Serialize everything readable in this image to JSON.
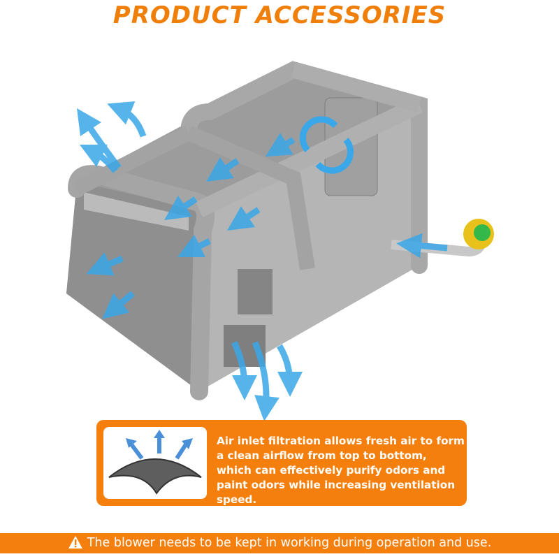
{
  "title": "PRODUCT ACCESSORIES",
  "info": {
    "text": "Air inlet filtration allows fresh air to form a clean airflow from top to bottom, which can effectively purify odors and paint odors while increasing ventilation speed."
  },
  "warning": {
    "icon": "warning-icon",
    "text": "The blower needs to be kept in working during operation and use."
  },
  "colors": {
    "accent": "#f57f0d",
    "tent": "#a9a9a9",
    "airflow": "#3aa7e8",
    "blower": "#e8c21a"
  }
}
